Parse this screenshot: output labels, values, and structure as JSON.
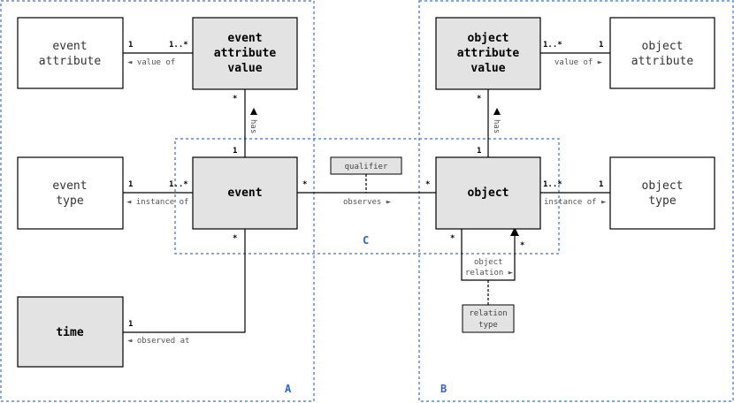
{
  "regions": {
    "a": "A",
    "b": "B",
    "c": "C"
  },
  "boxes": {
    "event_attribute": [
      "event",
      "attribute"
    ],
    "event_attribute_value": [
      "event",
      "attribute",
      "value"
    ],
    "event_type": [
      "event",
      "type"
    ],
    "event": "event",
    "time": "time",
    "object_attribute_value": [
      "object",
      "attribute",
      "value"
    ],
    "object_attribute": [
      "object",
      "attribute"
    ],
    "object": "object",
    "object_type": [
      "object",
      "type"
    ],
    "qualifier": "qualifier",
    "relation_type": [
      "relation",
      "type"
    ]
  },
  "relations": {
    "value_of_left": "◄ value of",
    "value_of_right": "value of ►",
    "has_left": "has",
    "has_right": "has",
    "instance_of_left": "◄ instance of",
    "instance_of_right": "instance of ►",
    "observes": "observes ►",
    "observed_at": "◄ observed at",
    "object_relation": [
      "object",
      "relation ►"
    ]
  },
  "multiplicities": {
    "one": "1",
    "one_many": "1..*",
    "many": "*"
  }
}
